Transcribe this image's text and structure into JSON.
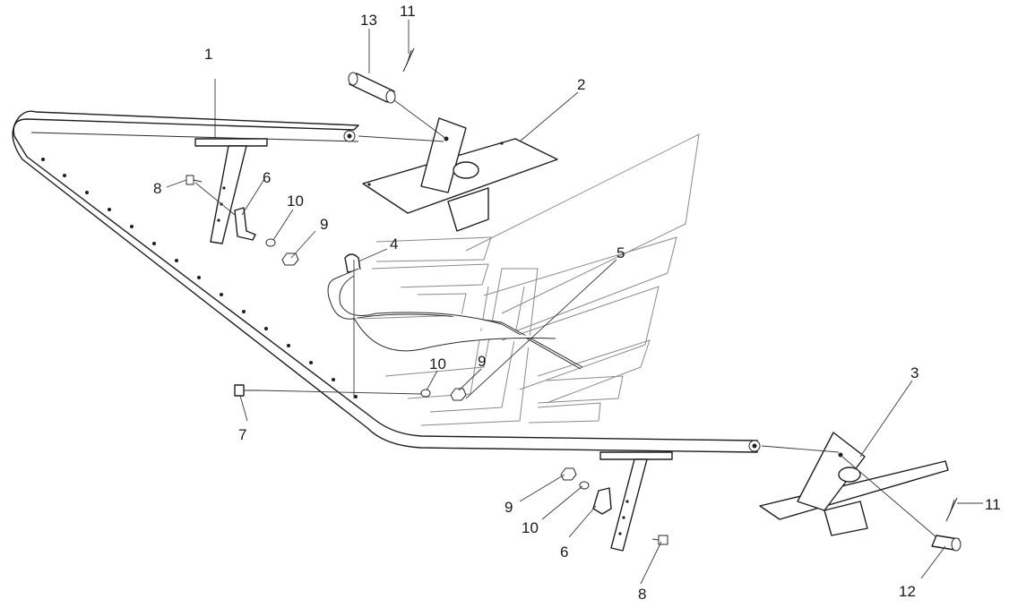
{
  "callouts": [
    {
      "id": "c1a",
      "label": "1"
    },
    {
      "id": "c13",
      "label": "13"
    },
    {
      "id": "c11a",
      "label": "11"
    },
    {
      "id": "c2",
      "label": "2"
    },
    {
      "id": "c8a",
      "label": "8"
    },
    {
      "id": "c6a",
      "label": "6"
    },
    {
      "id": "c10a",
      "label": "10"
    },
    {
      "id": "c9a",
      "label": "9"
    },
    {
      "id": "c4",
      "label": "4"
    },
    {
      "id": "c5",
      "label": "5"
    },
    {
      "id": "c10b",
      "label": "10"
    },
    {
      "id": "c9b",
      "label": "9"
    },
    {
      "id": "c7",
      "label": "7"
    },
    {
      "id": "c3",
      "label": "3"
    },
    {
      "id": "c9c",
      "label": "9"
    },
    {
      "id": "c10c",
      "label": "10"
    },
    {
      "id": "c6b",
      "label": "6"
    },
    {
      "id": "c8b",
      "label": "8"
    },
    {
      "id": "c11b",
      "label": "11"
    },
    {
      "id": "c12",
      "label": "12"
    }
  ]
}
